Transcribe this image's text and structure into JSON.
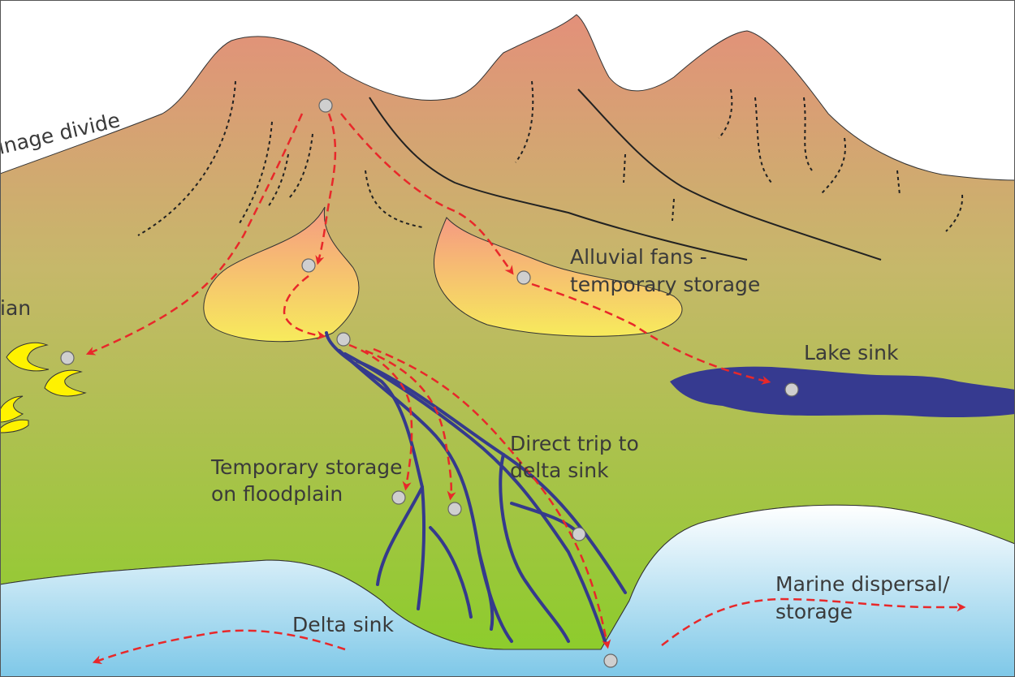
{
  "labels": {
    "drainage_divide": "inage divide",
    "aeolian": "ian",
    "alluvial_line1": "Alluvial fans -",
    "alluvial_line2": "temporary storage",
    "lake_sink": "Lake sink",
    "direct_line1": "Direct trip to",
    "direct_line2": "delta sink",
    "floodplain_line1": "Temporary storage",
    "floodplain_line2": "on floodplain",
    "marine_line1": "Marine dispersal/",
    "marine_line2": "storage",
    "delta_sink": "Delta sink"
  },
  "colors": {
    "mountain_top": "#e3907a",
    "plain_mid": "#c6b86a",
    "plain_bottom": "#8dcc2c",
    "fan_top": "#f59a82",
    "fan_bottom": "#f7eb5c",
    "river": "#353a8c",
    "lake": "#363a90",
    "sea_top": "#ffffff",
    "sea_bottom": "#7ec8e8",
    "arrow": "#e8282a",
    "dune": "#fff200",
    "grain": "#cfcfcf"
  }
}
